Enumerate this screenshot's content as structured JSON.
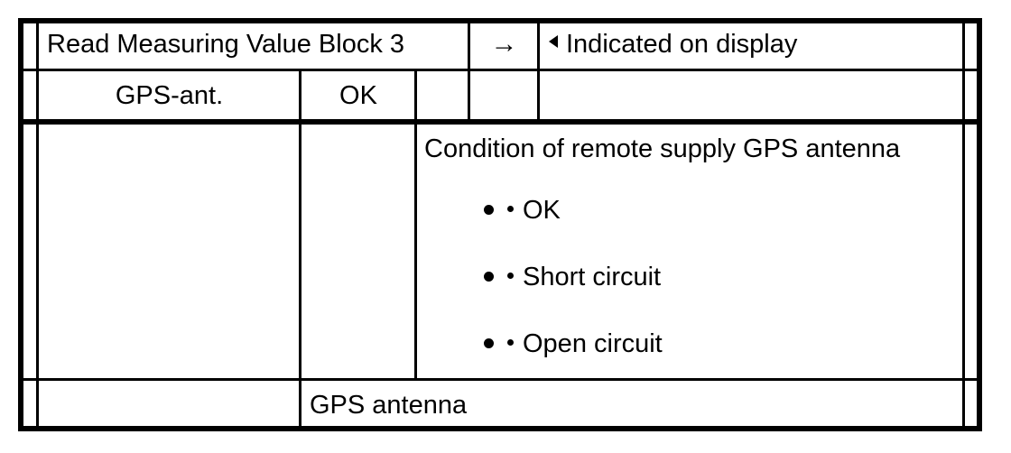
{
  "table": {
    "header_row": {
      "procedure_label": "Read Measuring Value Block 3",
      "arrow_symbol": "→",
      "display_marker": "◄",
      "display_label": "Indicated on display"
    },
    "value_row": {
      "parameter": "GPS-ant.",
      "value": "OK"
    },
    "description_row": {
      "heading": "Condition of remote supply GPS antenna",
      "options": [
        "OK",
        "Short circuit",
        "Open circuit"
      ]
    },
    "component_row": {
      "component": "GPS antenna"
    }
  },
  "colors": {
    "ink": "#000000",
    "paper": "#ffffff"
  }
}
